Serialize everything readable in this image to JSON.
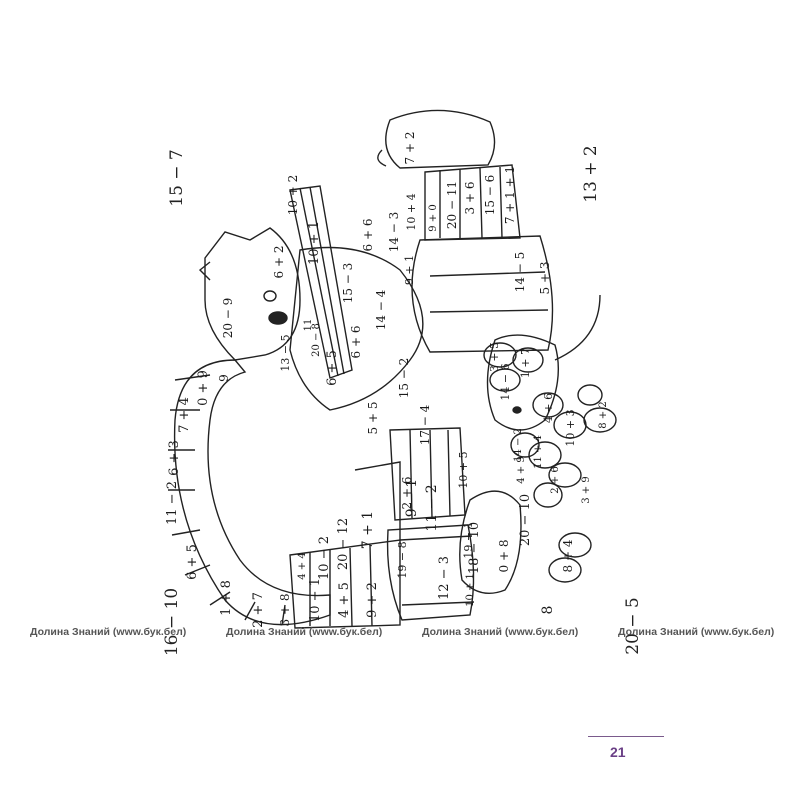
{
  "corner_expressions": [
    "15 − 7",
    "13 + 2",
    "16 − 10",
    "20 − 5"
  ],
  "watermark": "Долина Знаний (www.бук.бел)",
  "page_number": "21",
  "picture_expressions": [
    "20 − 9",
    "6 + 2",
    "10 + 1",
    "10 + 2",
    "15 − 3",
    "6 + 6",
    "14 − 3",
    "9 + 1",
    "14 − 4",
    "13 − 5",
    "20 − 8",
    "11",
    "6 + 6",
    "6 + 5",
    "5 + 5",
    "15 − 2",
    "17 − 4",
    "7 + 2",
    "10 + 4",
    "9 + 0",
    "20 − 11",
    "3 + 6",
    "15 − 6",
    "7 + 1 + 1",
    "14 − 5",
    "5 + 3",
    "3 + 5",
    "1 + 7",
    "14 − 6",
    "4 + 6",
    "10 + 3",
    "8 + 2",
    "11 + 4",
    "14 − 2",
    "4 + 9",
    "2 + 6",
    "3 + 9",
    "10 + 5",
    "20 − 10",
    "18 − 10",
    "0 + 8",
    "8 + 4",
    "19 − 1",
    "12 − 3",
    "10 + 1",
    "19 − 8",
    "9 − 1",
    "11 − 2",
    "2 + 6",
    "7 + 1",
    "20 − 12",
    "10 − 2",
    "4 + 4",
    "10 − 1",
    "4 + 5",
    "9 + 2",
    "3 + 8",
    "2 + 7",
    "1 + 8",
    "6 + 5",
    "11 − 2",
    "6 + 3",
    "7 + 4",
    "0 + 9",
    "9",
    "8"
  ]
}
